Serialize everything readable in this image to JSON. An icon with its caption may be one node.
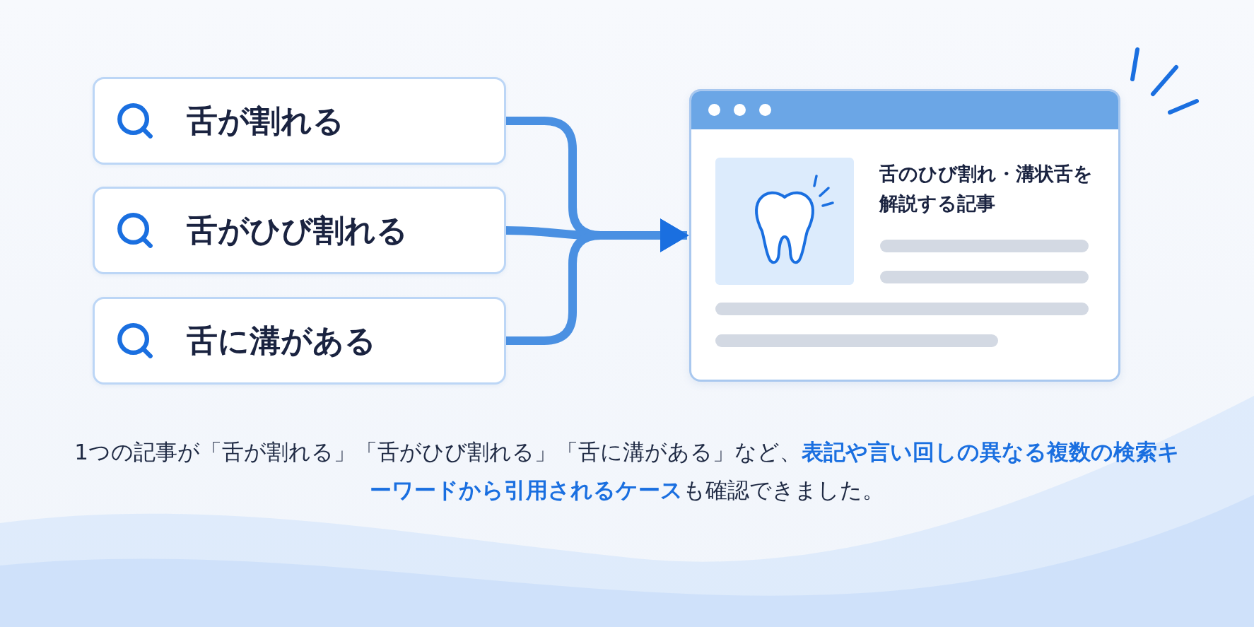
{
  "diagram": {
    "nodes": [
      {
        "text": [
          "舌が割れる"
        ]
      },
      {
        "text": [
          "舌がひび割れる"
        ]
      },
      {
        "text": [
          "舌に溝がある"
        ]
      },
      {
        "text": [
          "舌のひび割れ・溝状舌を解説する記事"
        ]
      }
    ],
    "edges": [
      {
        "from": 0,
        "to": 3,
        "arrow": "to"
      },
      {
        "from": 1,
        "to": 3,
        "arrow": "to"
      },
      {
        "from": 2,
        "to": 3,
        "arrow": "to"
      }
    ],
    "caption": "1つの記事が「舌が割れる」「舌がひび割れる」「舌に溝がある」など、**表記や言い回しの異なる複数の検索キーワードから引用されるケース**も確認できました。"
  }
}
